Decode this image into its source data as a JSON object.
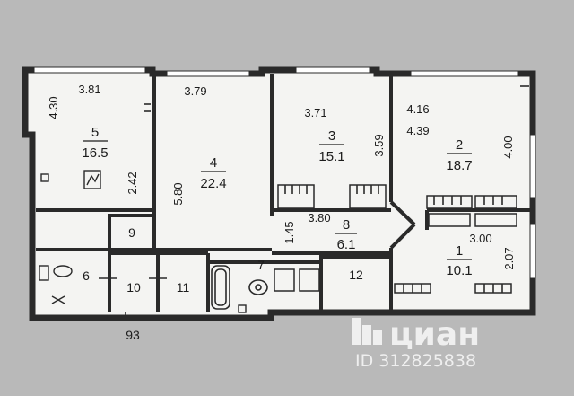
{
  "rooms": [
    {
      "id": "5",
      "number": "5",
      "area": "16.5"
    },
    {
      "id": "4",
      "number": "4",
      "area": "22.4"
    },
    {
      "id": "3",
      "number": "3",
      "area": "15.1"
    },
    {
      "id": "2",
      "number": "2",
      "area": "18.7"
    },
    {
      "id": "8",
      "number": "8",
      "area": "6.1"
    },
    {
      "id": "1",
      "number": "1",
      "area": "10.1"
    },
    {
      "id": "9",
      "number": "9"
    },
    {
      "id": "6",
      "number": "6"
    },
    {
      "id": "10",
      "number": "10"
    },
    {
      "id": "11",
      "number": "11"
    },
    {
      "id": "7",
      "number": "7"
    },
    {
      "id": "12",
      "number": "12"
    }
  ],
  "dimensions": [
    "3.81",
    "4.30",
    "2.42",
    "3.79",
    "5.80",
    "3.71",
    "3.59",
    "4.16",
    "4.39",
    "4.00",
    "1.45",
    "3.80",
    "3.00",
    "2.07"
  ],
  "stair_number": "93",
  "watermark": {
    "brand": "циан",
    "id_text": "ID 312825838"
  },
  "colors": {
    "background": "#b9b9b9",
    "floor": "#f4f4f2",
    "wall": "#2a2a2a"
  }
}
